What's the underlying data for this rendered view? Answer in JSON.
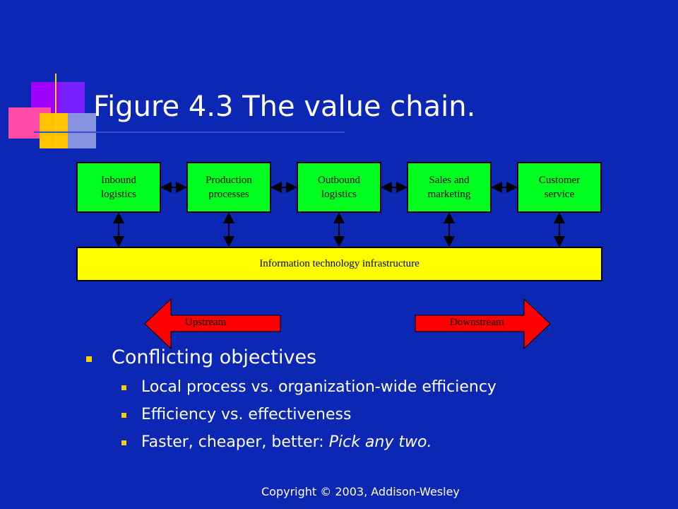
{
  "title": "Figure 4.3 The value chain.",
  "diagram": {
    "boxes": [
      {
        "line1": "Inbound",
        "line2": "logistics"
      },
      {
        "line1": "Production",
        "line2": "processes"
      },
      {
        "line1": "Outbound",
        "line2": "logistics"
      },
      {
        "line1": "Sales and",
        "line2": "marketing"
      },
      {
        "line1": "Customer",
        "line2": "service"
      }
    ],
    "infrastructure": "Information technology infrastructure",
    "upstream": "Upstream",
    "downstream": "Downstream"
  },
  "bullets": {
    "main": "Conflicting objectives",
    "sub": [
      "Local process vs. organization-wide efficiency",
      "Efficiency vs. effectiveness",
      "Faster, cheaper, better: "
    ],
    "sub3_italic": "Pick any two."
  },
  "footer": "Copyright © 2003, Addison-Wesley",
  "colors": {
    "background": "#0d27b5",
    "process_box": "#00ff1e",
    "infrastructure": "#ffff00",
    "arrow": "#ff0000",
    "bullet": "#ffcc00"
  }
}
